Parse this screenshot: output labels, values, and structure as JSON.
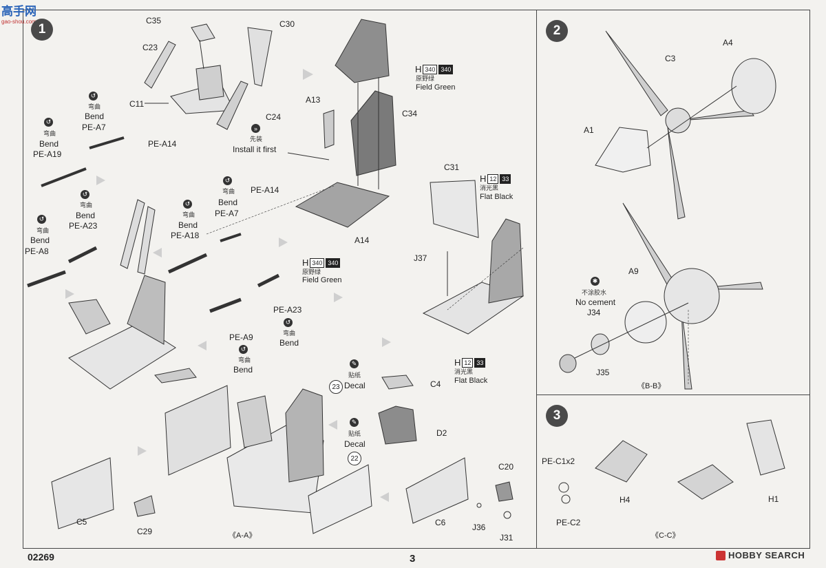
{
  "watermark": {
    "text": "高手网",
    "sub": "gao-shou.com"
  },
  "step1": {
    "num": "1",
    "labels": {
      "C35": "C35",
      "C30": "C30",
      "C23": "C23",
      "C11": "C11",
      "C24": "C24",
      "A13": "A13",
      "C34": "C34",
      "A14": "A14",
      "C31": "C31",
      "J37": "J37",
      "PE_A14a": "PE-A14",
      "PE_A14b": "PE-A14",
      "PE_A7a": "PE-A7",
      "PE_A7b": "PE-A7",
      "PE_A19": "PE-A19",
      "PE_A23a": "PE-A23",
      "PE_A23b": "PE-A23",
      "PE_A18": "PE-A18",
      "PE_A8": "PE-A8",
      "PE_A9": "PE-A9",
      "C4": "C4",
      "D2": "D2",
      "C20": "C20",
      "C6": "C6",
      "J36": "J36",
      "J31": "J31",
      "C5": "C5",
      "C29": "C29",
      "AA": "《A-A》"
    },
    "bend_cn": "弯曲",
    "bend_en": "Bend",
    "install_cn": "先装",
    "install_en": "Install it first",
    "decal_cn": "贴纸",
    "decal_en": "Decal",
    "decal_23": "23",
    "decal_22": "22",
    "paint_green": {
      "h": "H",
      "a": "340",
      "b": "340",
      "cn": "原野绿",
      "en": "Field Green"
    },
    "paint_black": {
      "h": "H",
      "a": "12",
      "b": "33",
      "cn": "消光黑",
      "en": "Flat Black"
    }
  },
  "step2": {
    "num": "2",
    "labels": {
      "A4": "A4",
      "C3": "C3",
      "A1": "A1",
      "A9": "A9",
      "J34": "J34",
      "J35": "J35",
      "BB": "《B-B》"
    },
    "nocement_cn": "不涂胶水",
    "nocement_en": "No cement"
  },
  "step3": {
    "num": "3",
    "labels": {
      "PE_C1x2": "PE-C1x2",
      "PE_C2": "PE-C2",
      "H4": "H4",
      "H1": "H1",
      "CC": "《C-C》"
    }
  },
  "footer": {
    "code": "02269",
    "page": "3",
    "brand": "HOBBY SEARCH"
  }
}
